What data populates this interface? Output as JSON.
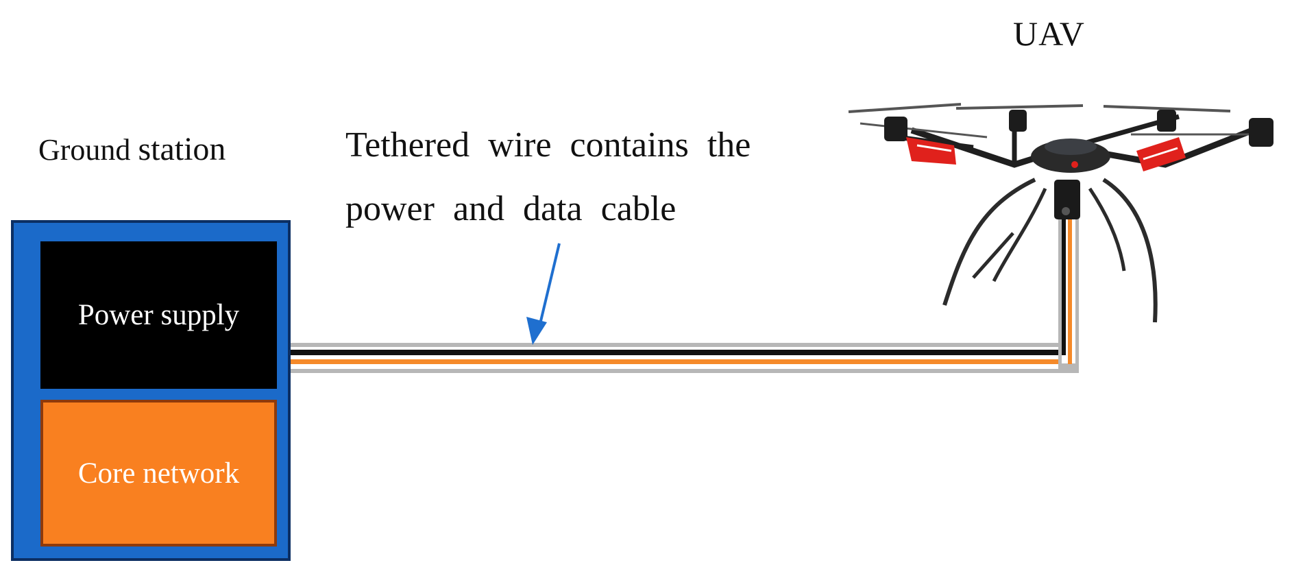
{
  "labels": {
    "uav": "UAV",
    "ground_station_word1": "Ground",
    "ground_station_word2": "station",
    "wire_line1": "Tethered wire contains the",
    "wire_line2": "power and data cable"
  },
  "boxes": {
    "power_supply": "Power supply",
    "core_network": "Core network"
  },
  "colors": {
    "station_blue": "#1b6ac9",
    "power_black": "#000000",
    "core_orange": "#f98020",
    "wire_orange": "#f58a2a",
    "wire_gray": "#b7b7b7",
    "arrow_blue": "#1f6fcf",
    "drone_red": "#e0211c"
  },
  "icons": [
    "uav-drone-icon",
    "arrow-icon"
  ]
}
